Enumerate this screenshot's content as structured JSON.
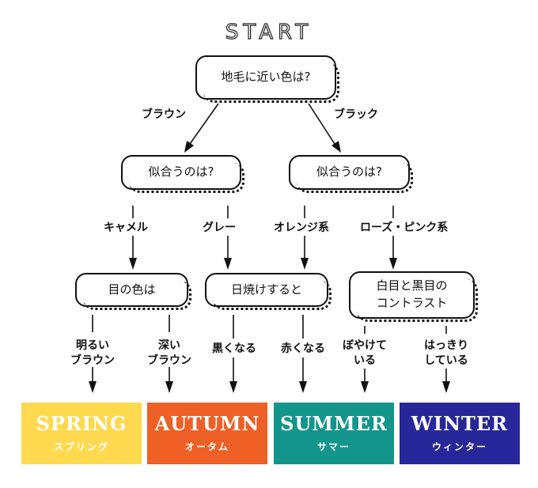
{
  "title": "START",
  "nodes": {
    "root": "地毛に近い色は?",
    "brown_q": "似合うのは?",
    "black_q": "似合うのは?",
    "eye_color": "目の色は",
    "tan": "日焼けすると",
    "contrast_line1": "白目と黒目の",
    "contrast_line2": "コントラスト"
  },
  "edges": {
    "brown": "ブラウン",
    "black": "ブラック",
    "camel": "キャメル",
    "gray": "グレー",
    "orange": "オレンジ系",
    "rose_pink": "ローズ・ピンク系",
    "light_brown_1": "明るい",
    "light_brown_2": "ブラウン",
    "deep_brown_1": "深い",
    "deep_brown_2": "ブラウン",
    "darken": "黒くなる",
    "redden": "赤くなる",
    "blurry_1": "ぼやけて",
    "blurry_2": "いる",
    "clear_1": "はっきり",
    "clear_2": "している"
  },
  "results": [
    {
      "en": "SPRING",
      "jp": "スプリング",
      "color": "#FFD94F"
    },
    {
      "en": "AUTUMN",
      "jp": "オータム",
      "color": "#EE6026"
    },
    {
      "en": "SUMMER",
      "jp": "サマー",
      "color": "#14958B"
    },
    {
      "en": "WINTER",
      "jp": "ウィンター",
      "color": "#28279A"
    }
  ]
}
